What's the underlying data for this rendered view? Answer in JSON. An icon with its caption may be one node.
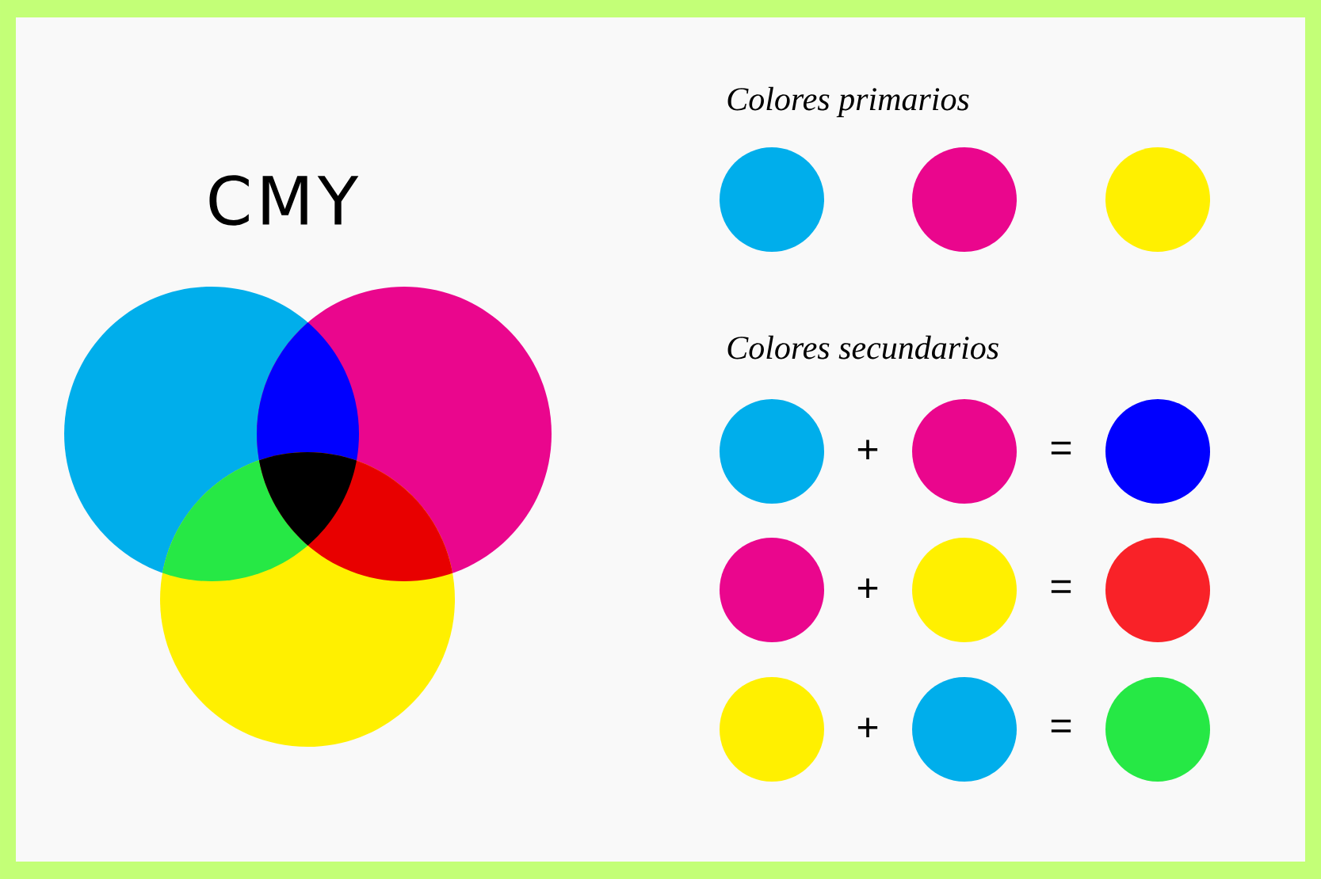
{
  "diagram": {
    "title": "CMY",
    "labels": [
      "Colores primarios",
      "Colores secundarios",
      "+",
      "=",
      "+",
      "=",
      "+",
      "="
    ]
  }
}
